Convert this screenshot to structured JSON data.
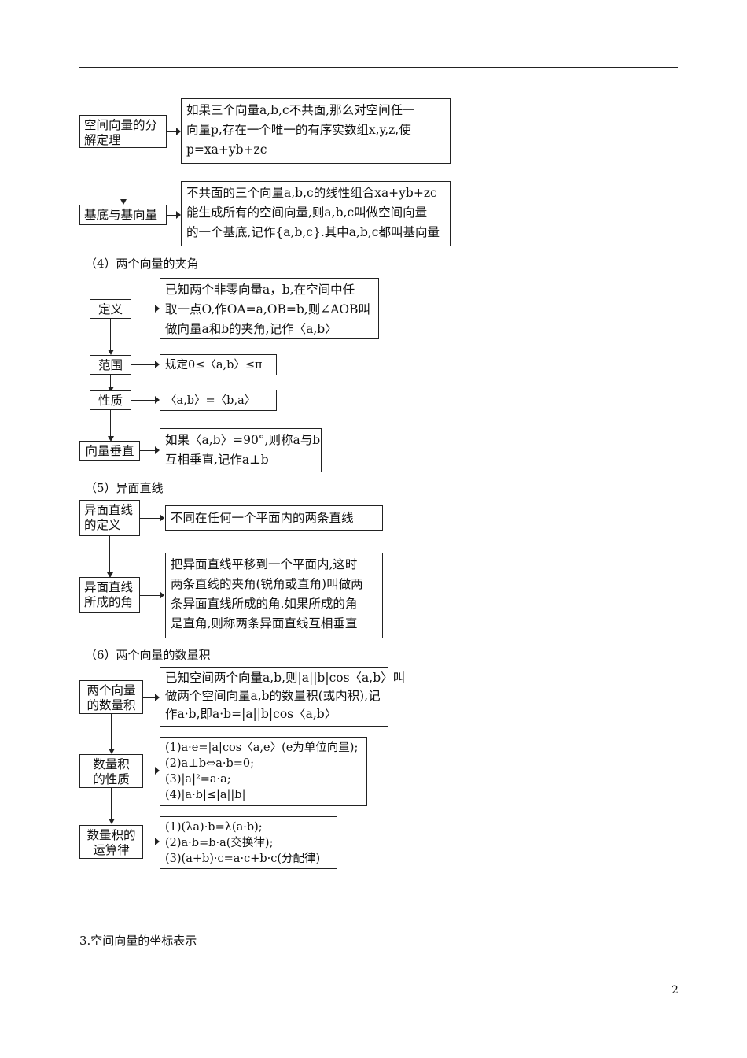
{
  "page_number": "2",
  "sections": {
    "s4": "（4）两个向量的夹角",
    "s5": "（5）异面直线",
    "s6": "（6）两个向量的数量积",
    "s3": "3.空间向量的坐标表示"
  },
  "decomposition": {
    "label": [
      "空间向量的分",
      "解定理"
    ],
    "content": [
      "如果三个向量a,b,c不共面,那么对空间任一",
      "向量p,存在一个唯一的有序实数组x,y,z,使",
      "p=xa+yb+zc"
    ]
  },
  "basis": {
    "label": "基底与基向量",
    "content": [
      "不共面的三个向量a,b,c的线性组合xa+yb+zc",
      "能生成所有的空间向量,则a,b,c叫做空间向量",
      "的一个基底,记作{a,b,c}.其中a,b,c都叫基向量"
    ]
  },
  "angle": {
    "definition": {
      "label": "定义",
      "content": [
        "已知两个非零向量a，b,在空间中任",
        "取一点O,作OA=a,OB=b,则∠AOB叫",
        "做向量a和b的夹角,记作〈a,b〉"
      ]
    },
    "range": {
      "label": "范围",
      "content": "规定0≤〈a,b〉≤π"
    },
    "property": {
      "label": "性质",
      "content": "〈a,b〉=〈b,a〉"
    },
    "perpendicular": {
      "label": "向量垂直",
      "content": [
        "如果〈a,b〉=90°,则称a与b",
        "互相垂直,记作a⊥b"
      ]
    }
  },
  "skew": {
    "definition": {
      "label": [
        "异面直线",
        "的定义"
      ],
      "content": "不同在任何一个平面内的两条直线"
    },
    "angle": {
      "label": [
        "异面直线",
        "所成的角"
      ],
      "content": [
        "把异面直线平移到一个平面内,这时",
        "两条直线的夹角(锐角或直角)叫做两",
        "条异面直线所成的角.如果所成的角",
        "是直角,则称两条异面直线互相垂直"
      ]
    }
  },
  "dot": {
    "definition": {
      "label": [
        "两个向量",
        "的数量积"
      ],
      "content": [
        "已知空间两个向量a,b,则|a||b|cos〈a,b〉叫",
        "做两个空间向量a,b的数量积(或内积),记",
        "作a·b,即a·b=|a||b|cos〈a,b〉"
      ]
    },
    "properties": {
      "label": [
        "数量积",
        "的性质"
      ],
      "content": [
        "(1)a·e=|a|cos〈a,e〉(e为单位向量);",
        "(2)a⊥b⇔a·b=0;",
        "(3)|a|²=a·a;",
        "(4)|a·b|≤|a||b|"
      ]
    },
    "laws": {
      "label": [
        "数量积的",
        "运算律"
      ],
      "content": [
        "(1)(λa)·b=λ(a·b);",
        "(2)a·b=b·a(交换律);",
        "(3)(a+b)·c=a·c+b·c(分配律)"
      ]
    }
  }
}
